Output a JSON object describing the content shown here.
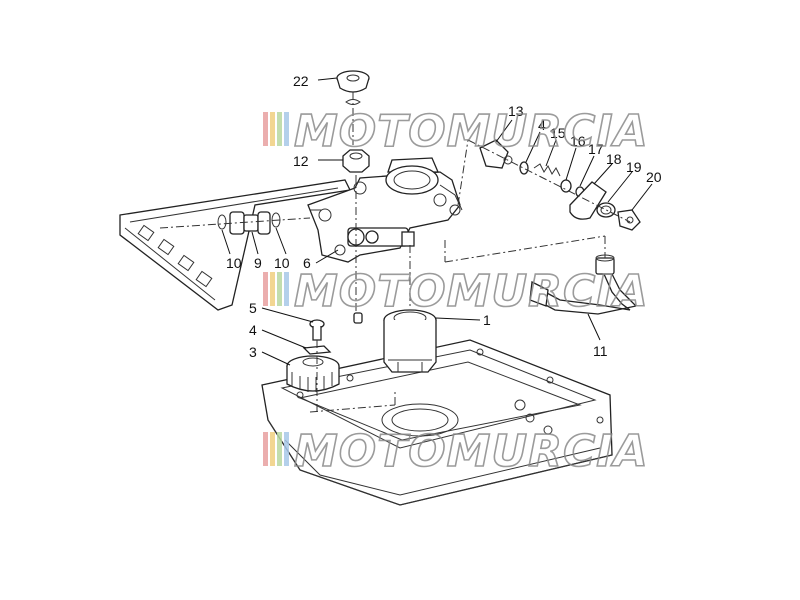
{
  "watermark": {
    "text": "MOTOMURCIA",
    "stripe_colors": [
      "#e8a0a0",
      "#f0d080",
      "#b8d8a0",
      "#a8c8e8"
    ]
  },
  "parts": {
    "p1": "1",
    "p3": "3",
    "p4": "4",
    "p5": "5",
    "p6": "6",
    "p9": "9",
    "p10a": "10",
    "p10b": "10",
    "p11": "11",
    "p12a": "12",
    "p12b": "13",
    "p14": "4",
    "p15": "15",
    "p16": "16",
    "p17": "17",
    "p18": "18",
    "p19": "19",
    "p20": "20",
    "p22": "22"
  }
}
